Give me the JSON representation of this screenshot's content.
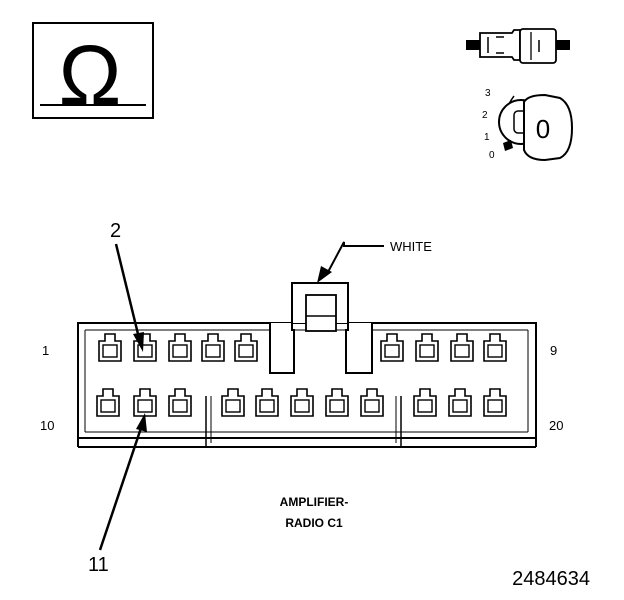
{
  "symbol": {
    "ohm_glyph": "Ω"
  },
  "key_switch": {
    "positions": [
      "3",
      "2",
      "1",
      "0"
    ],
    "key_face_label": "0"
  },
  "connector": {
    "color_label": "WHITE",
    "name_line1": "AMPLIFIER-",
    "name_line2": "RADIO C1",
    "pin_labels": {
      "top_left": "1",
      "top_right": "9",
      "bottom_left": "10",
      "bottom_right": "20"
    },
    "callout_top": "2",
    "callout_bottom": "11",
    "top_row_pins": 9,
    "bottom_row_pins": 11
  },
  "figure_number": "2484634"
}
